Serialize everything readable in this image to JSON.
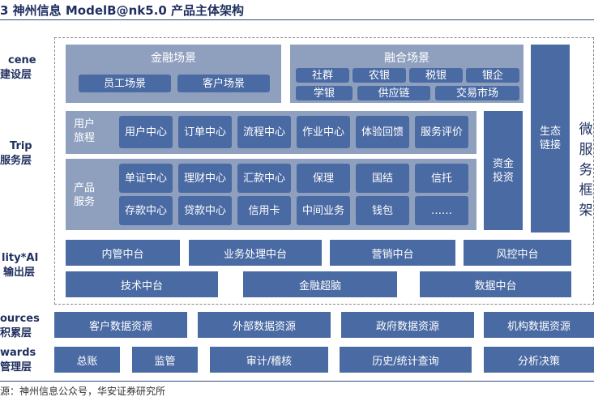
{
  "title": "3 神州信息 ModelB@nk5.0 产品主体架构",
  "left_labels": {
    "scene": [
      "cene",
      "建设层"
    ],
    "trip": [
      "Trip",
      "服务层"
    ],
    "ability": [
      "lity*AI",
      "输出层"
    ],
    "sources": [
      "ources",
      "积累层"
    ],
    "rewards": [
      "wards",
      "管理层"
    ]
  },
  "finance_scene": {
    "title": "金融场景",
    "items": [
      "员工场景",
      "客户场景"
    ]
  },
  "fusion_scene": {
    "title": "融合场景",
    "row1": [
      "社群",
      "农银",
      "税银",
      "银企"
    ],
    "row2": [
      "学银",
      "供应链",
      "交易市场"
    ]
  },
  "user_journey": {
    "label": "用户旅程",
    "items": [
      "用户中心",
      "订单中心",
      "流程中心",
      "作业中心",
      "体验回馈",
      "服务评价"
    ]
  },
  "product_service": {
    "label": "产品服务",
    "row1": [
      "单证中心",
      "理财中心",
      "汇款中心",
      "保理",
      "国结",
      "信托"
    ],
    "row2": [
      "存款中心",
      "贷款中心",
      "信用卡",
      "中间业务",
      "钱包",
      "……"
    ]
  },
  "capital": "资金投资",
  "ecosystem": "生态链接",
  "microservice": "微服务框架",
  "platform_row1": [
    "内管中台",
    "业务处理中台",
    "营销中台",
    "风控中台"
  ],
  "platform_row2": [
    "技术中台",
    "金融超脑",
    "数据中台"
  ],
  "resources": [
    "客户数据资源",
    "外部数据资源",
    "政府数据资源",
    "机构数据资源"
  ],
  "management": [
    "总账",
    "监管",
    "审计/稽核",
    "历史/统计查询",
    "分析决策"
  ],
  "source": "源：神州信息公众号，华安证券研究所"
}
